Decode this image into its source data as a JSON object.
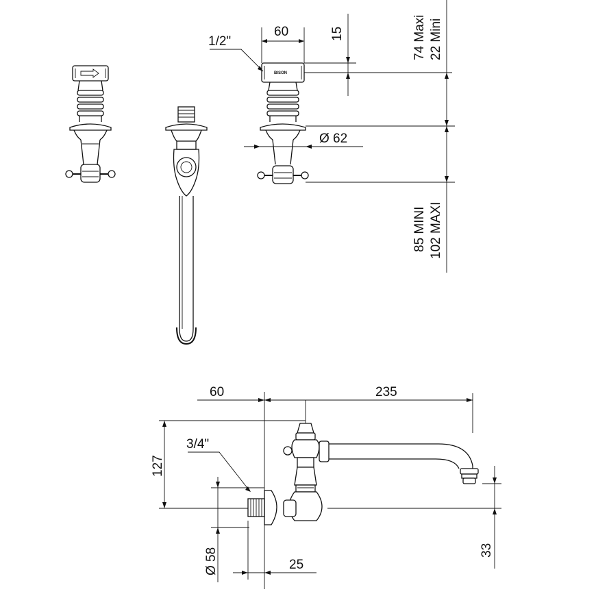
{
  "drawing": {
    "colors": {
      "line": "#111111",
      "background": "#ffffff"
    },
    "top_view": {
      "label_half_inch": "1/2\"",
      "dim_width": "60",
      "dim_cap": "15",
      "dim_upper_line1": "74 Maxi",
      "dim_upper_line2": "22 Mini",
      "dim_rosette": "Ø 62",
      "dim_lower_line1": "85 MINI",
      "dim_lower_line2": "102 MAXI",
      "brand_mark": "BISON"
    },
    "side_view": {
      "dim_offset": "60",
      "dim_spout_reach": "235",
      "dim_height": "127",
      "label_three_quarter": "3/4\"",
      "dim_rosette": "Ø 58",
      "dim_thread": "25",
      "dim_outlet": "33"
    }
  }
}
